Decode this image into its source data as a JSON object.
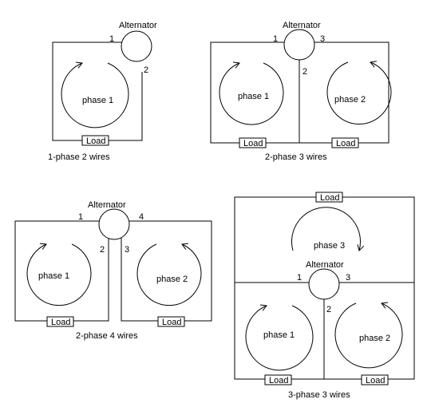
{
  "diagrams": {
    "d1": {
      "alternator": "Alternator",
      "terminals": [
        "1",
        "2"
      ],
      "phases": [
        "phase 1"
      ],
      "loads": [
        "Load"
      ],
      "caption": "1-phase  2 wires"
    },
    "d2": {
      "alternator": "Alternator",
      "terminals": [
        "1",
        "2",
        "3"
      ],
      "phases": [
        "phase 1",
        "phase 2"
      ],
      "loads": [
        "Load",
        "Load"
      ],
      "caption": "2-phase    3 wires"
    },
    "d3": {
      "alternator": "Alternator",
      "terminals": [
        "1",
        "2",
        "3",
        "4"
      ],
      "phases": [
        "phase 1",
        "phase 2"
      ],
      "loads": [
        "Load",
        "Load"
      ],
      "caption": "2-phase     4 wires"
    },
    "d4": {
      "alternator": "Alternator",
      "terminals": [
        "1",
        "2",
        "3"
      ],
      "phases": [
        "phase 3",
        "phase 1",
        "phase 2"
      ],
      "loads": [
        "Load",
        "Load",
        "Load"
      ],
      "caption": "3-phase    3 wires"
    }
  }
}
